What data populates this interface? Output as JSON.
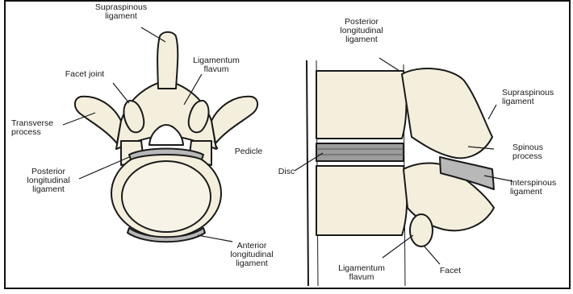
{
  "colors": {
    "bone": "#f4efdd",
    "outline": "#1a1a1a",
    "disc": "#9c9c9c",
    "ligament": "#b8b8b8",
    "background": "#ffffff"
  },
  "left_view": {
    "supraspinous": "Supraspinous\nligament",
    "facet_joint": "Facet joint",
    "ligamentum_flavum": "Ligamentum\nflavum",
    "transverse_process": "Transverse\nprocess",
    "pedicle": "Pedicle",
    "posterior_longitudinal": "Posterior\nlongitudinal\nligament",
    "anterior_longitudinal": "Anterior\nlongitudinal\nligament"
  },
  "right_view": {
    "posterior_longitudinal": "Posterior\nlongitudinal\nligament",
    "supraspinous": "Supraspinous\nligament",
    "spinous_process": "Spinous\nprocess",
    "disc": "Disc",
    "interspinous": "Interspinous\nligament",
    "ligamentum_flavum": "Ligamentum\nflavum",
    "facet": "Facet"
  }
}
